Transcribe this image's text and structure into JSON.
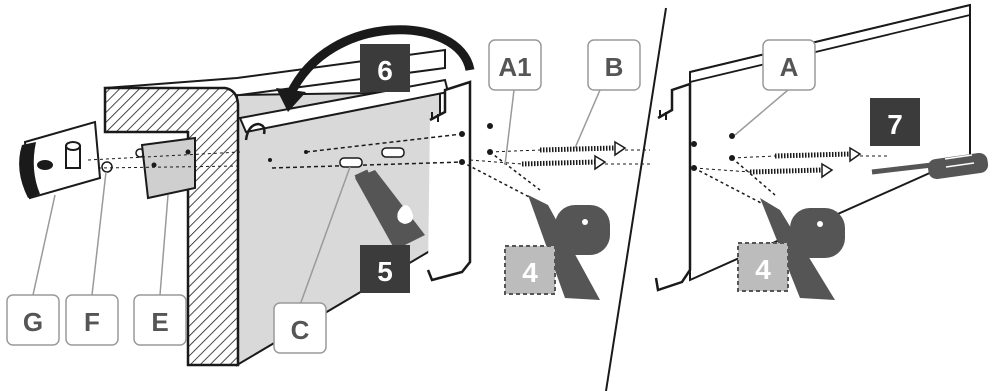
{
  "labels": {
    "G": "G",
    "F": "F",
    "E": "E",
    "C": "C",
    "A1": "A1",
    "B": "B",
    "A": "A"
  },
  "steps": {
    "s4_left": "4",
    "s4_right": "4",
    "s5": "5",
    "s6": "6",
    "s7": "7"
  },
  "colors": {
    "ink": "#1a1a1a",
    "step_dark": "#3b3b3b",
    "step_light_fill": "#bcbcbc",
    "tool_fill": "#555555",
    "panel_fill": "#d9d9d9",
    "label_border": "#9a9a9a"
  }
}
